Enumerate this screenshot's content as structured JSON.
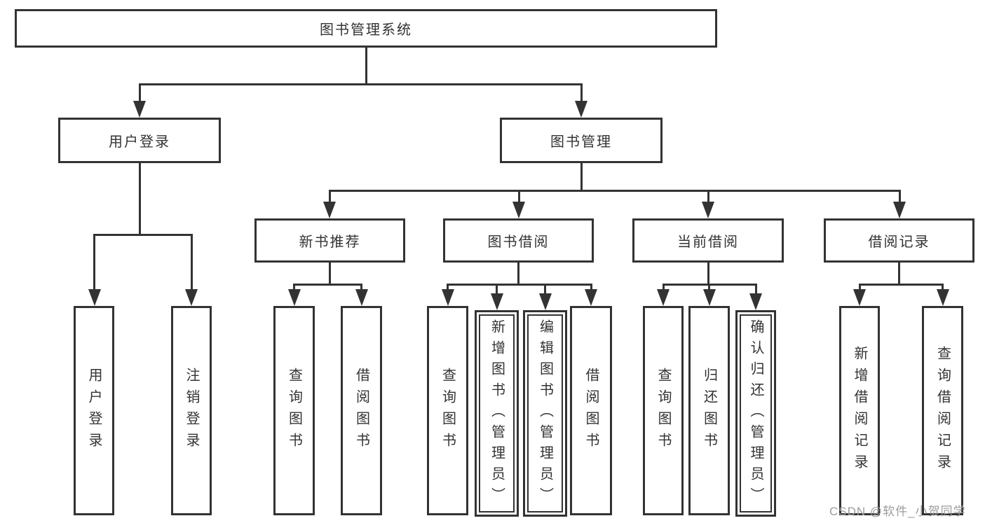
{
  "diagram_type": "tree",
  "root": {
    "label": "图书管理系统"
  },
  "level2": [
    {
      "label": "用户登录"
    },
    {
      "label": "图书管理"
    }
  ],
  "level3": [
    {
      "label": "新书推荐",
      "parent": "图书管理"
    },
    {
      "label": "图书借阅",
      "parent": "图书管理"
    },
    {
      "label": "当前借阅",
      "parent": "图书管理"
    },
    {
      "label": "借阅记录",
      "parent": "图书管理"
    }
  ],
  "leaves": [
    {
      "label": "用户登录",
      "parent": "用户登录"
    },
    {
      "label": "注销登录",
      "parent": "用户登录"
    },
    {
      "label": "查询图书",
      "parent": "新书推荐"
    },
    {
      "label": "借阅图书",
      "parent": "新书推荐"
    },
    {
      "label": "查询图书",
      "parent": "图书借阅"
    },
    {
      "label": "新增图书（管理员）",
      "parent": "图书借阅"
    },
    {
      "label": "编辑图书（管理员）",
      "parent": "图书借阅"
    },
    {
      "label": "借阅图书",
      "parent": "图书借阅"
    },
    {
      "label": "查询图书",
      "parent": "当前借阅"
    },
    {
      "label": "归还图书",
      "parent": "当前借阅"
    },
    {
      "label": "确认归还（管理员）",
      "parent": "当前借阅"
    },
    {
      "label": "新增借阅记录",
      "parent": "借阅记录"
    },
    {
      "label": "查询借阅记录",
      "parent": "借阅记录"
    }
  ],
  "watermark": "CSDN @软件_小贺同学",
  "colors": {
    "line": "#333333",
    "text": "#333333",
    "watermark": "#9c9ca0",
    "background": "#ffffff"
  }
}
